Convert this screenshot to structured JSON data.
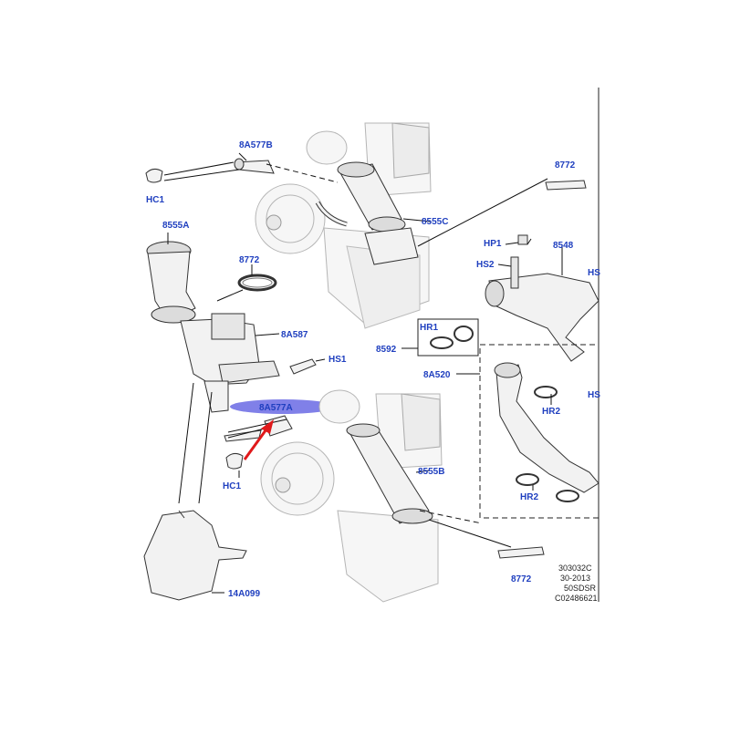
{
  "labels": {
    "8A577B": "8A577B",
    "HC1_top": "HC1",
    "8555A": "8555A",
    "8772_left": "8772",
    "8A587": "8A587",
    "HS1": "HS1",
    "8A577A": "8A577A",
    "HC1_bottom": "HC1",
    "14A099": "14A099",
    "8555C": "8555C",
    "8555B": "8555B",
    "8772_top_right": "8772",
    "8772_bottom": "8772",
    "HP1": "HP1",
    "HS2": "HS2",
    "8548": "8548",
    "HS_cut_top": "HS",
    "HR1": "HR1",
    "8592": "8592",
    "8A520": "8A520",
    "HR2_upper": "HR2",
    "HR2_lower": "HR2",
    "HS_cut_mid": "HS"
  },
  "reference": {
    "line1": "303032C",
    "line2": "30-2013",
    "line3": "50SDSR",
    "line4": "C02486621"
  },
  "colors": {
    "callout_text": "#1f3fbf",
    "highlight": "#8080e8",
    "arrow": "#e0191b",
    "linework": "#222222"
  }
}
